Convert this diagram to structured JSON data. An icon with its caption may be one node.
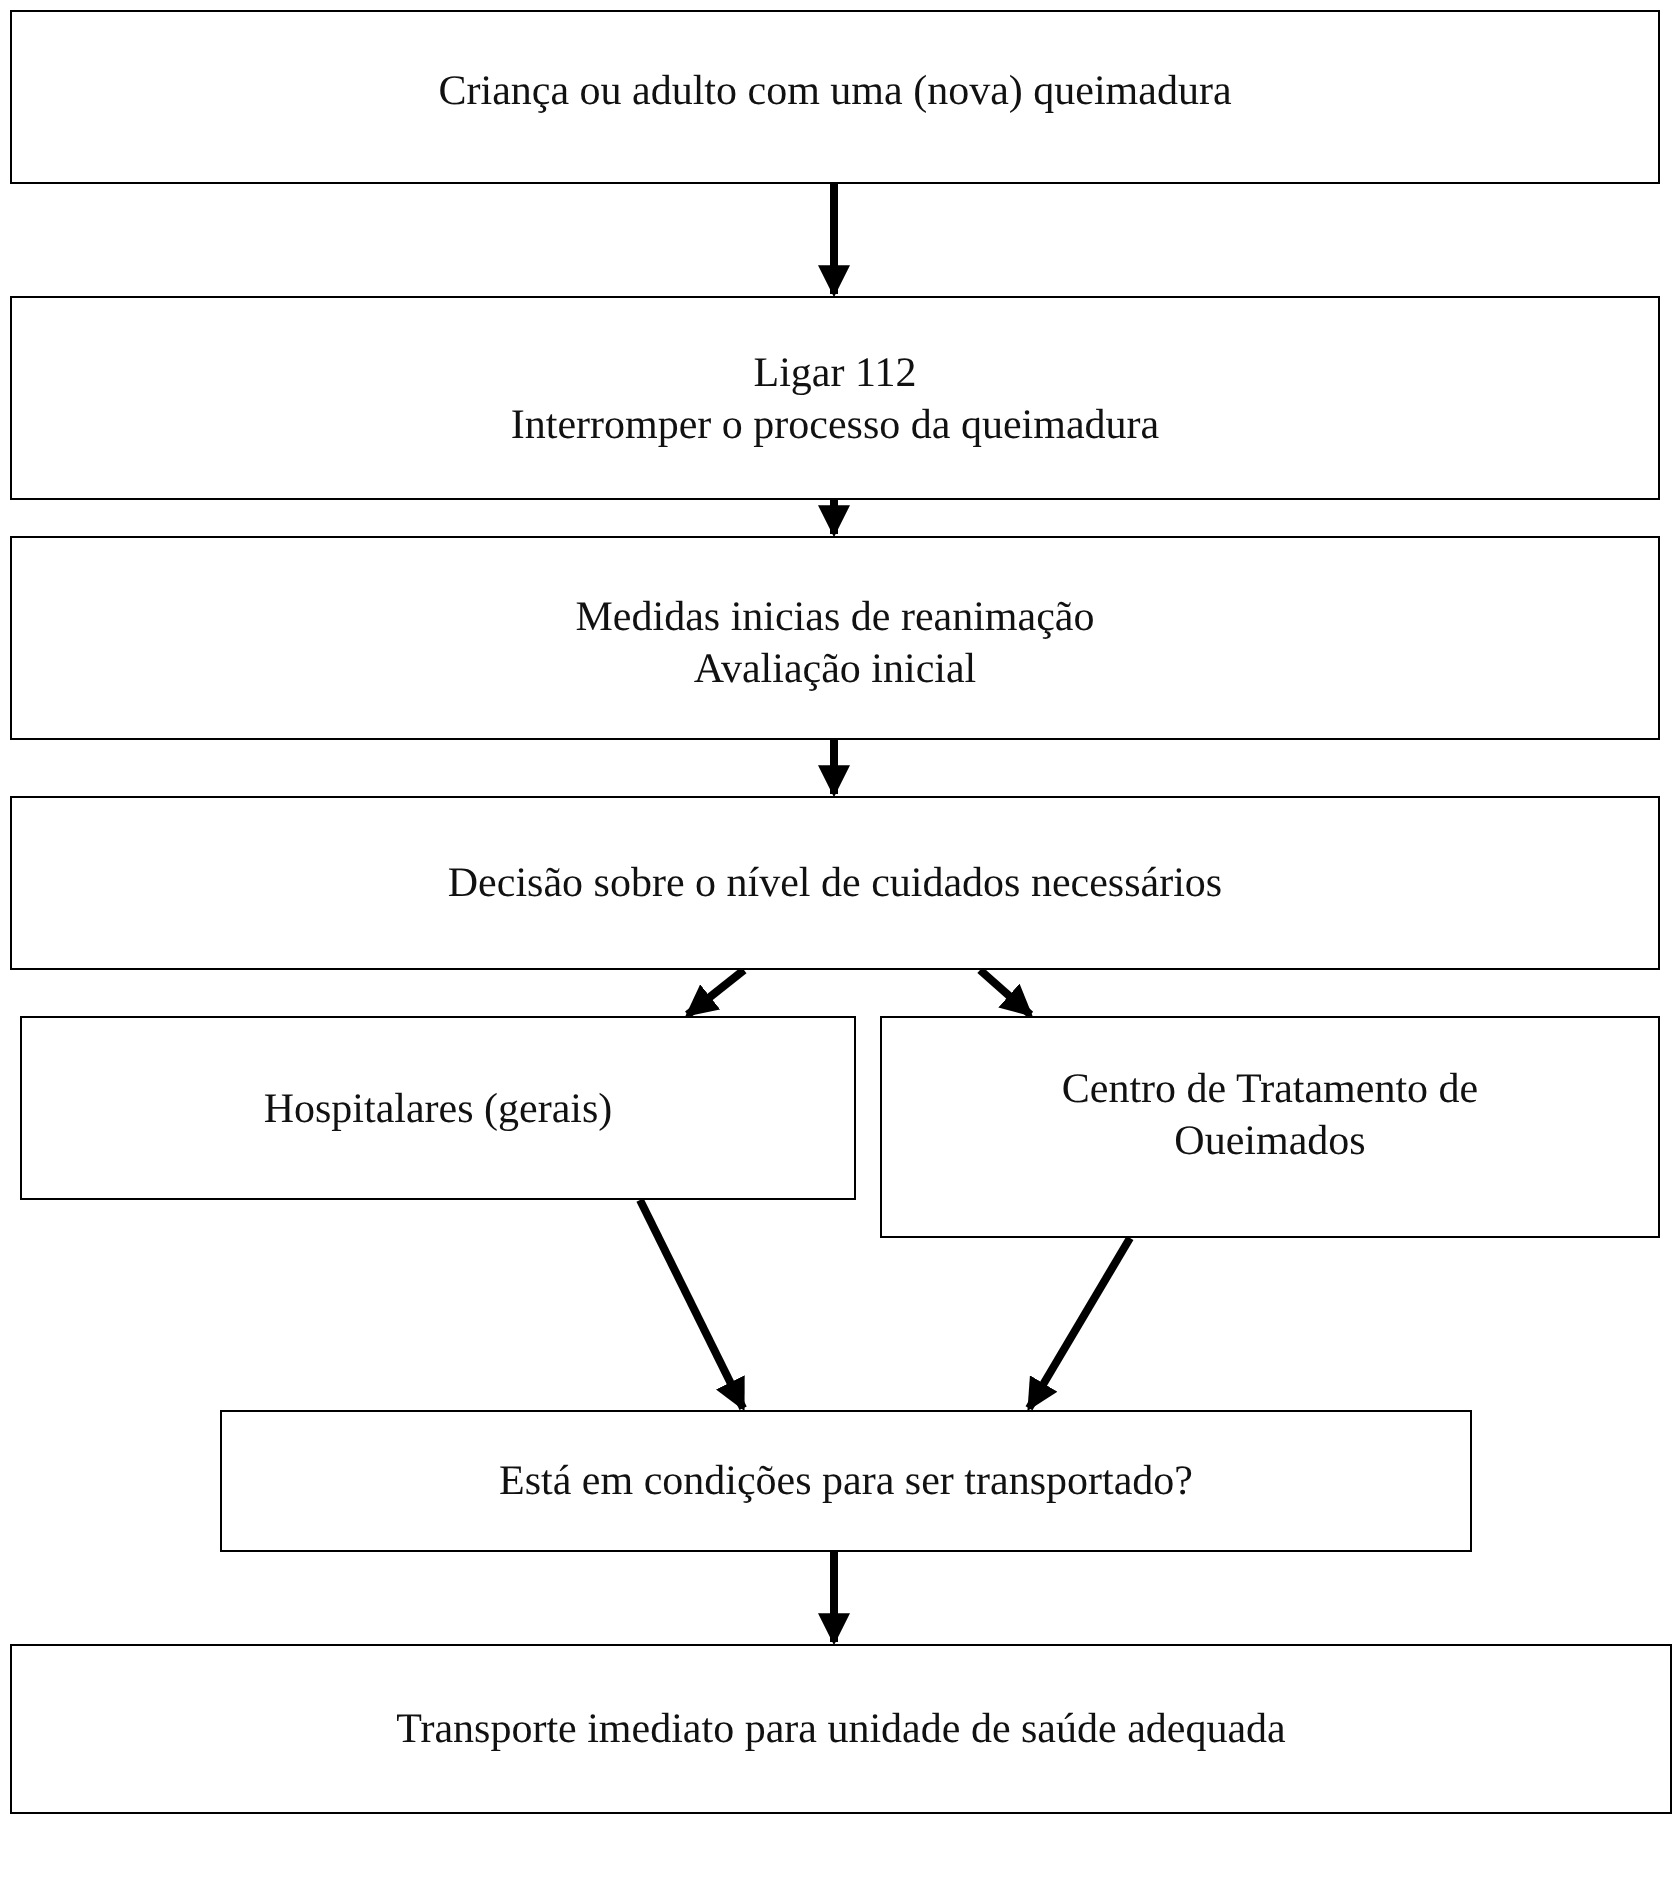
{
  "diagram": {
    "nodes": [
      {
        "text": [
          "Criança ou adulto com uma (nova) queimadura"
        ]
      },
      {
        "text": [
          "Ligar 112",
          "Interromper o processo da queimadura"
        ]
      },
      {
        "text": [
          "Medidas inicias de reanimação",
          "Avaliação inicial"
        ]
      },
      {
        "text": [
          "Decisão sobre o nível de cuidados necessários"
        ]
      },
      {
        "text": [
          "Hospitalares (gerais)"
        ]
      },
      {
        "text": [
          "Centro de Tratamento de Oueimados"
        ]
      },
      {
        "text": [
          "Está em condições para ser transportado?"
        ]
      },
      {
        "text": [
          "Transporte imediato para unidade de saúde adequada"
        ]
      }
    ],
    "edges": [
      {
        "from": 0,
        "to": 1,
        "arrow": "to"
      },
      {
        "from": 1,
        "to": 2,
        "arrow": "to"
      },
      {
        "from": 2,
        "to": 3,
        "arrow": "to"
      },
      {
        "from": 3,
        "to": 4,
        "arrow": "to"
      },
      {
        "from": 3,
        "to": 5,
        "arrow": "to"
      },
      {
        "from": 4,
        "to": 6,
        "arrow": "to"
      },
      {
        "from": 5,
        "to": 6,
        "arrow": "to"
      },
      {
        "from": 6,
        "to": 7,
        "arrow": "to"
      }
    ]
  }
}
